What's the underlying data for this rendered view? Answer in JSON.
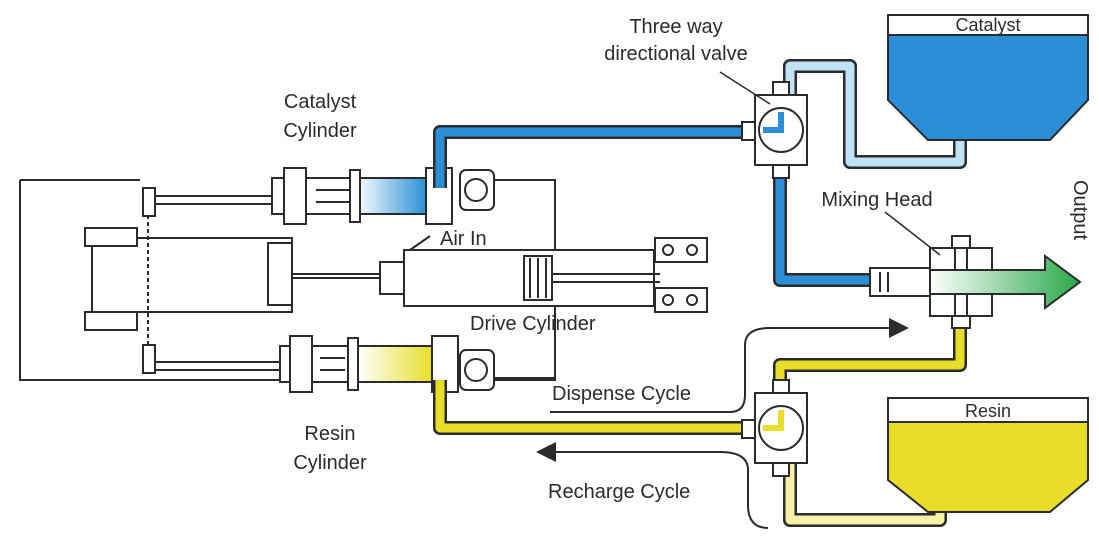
{
  "labels": {
    "three_way_valve_line1": "Three way",
    "three_way_valve_line2": "directional valve",
    "catalyst_tank": "Catalyst",
    "catalyst_cylinder_line1": "Catalyst",
    "catalyst_cylinder_line2": "Cylinder",
    "mixing_head": "Mixing Head",
    "output": "Output",
    "air_in": "Air In",
    "drive_cylinder": "Drive Cylinder",
    "dispense_cycle": "Dispense Cycle",
    "resin_tank": "Resin",
    "resin_cylinder_line1": "Resin",
    "resin_cylinder_line2": "Cylinder",
    "recharge_cycle": "Recharge Cycle"
  },
  "colors": {
    "catalyst": "#2a8fd6",
    "catalyst_light": "#bfe2f7",
    "resin": "#e8de2a",
    "resin_light": "#f6f1a6",
    "output": "#2aa84a",
    "line": "#2b2b2b"
  }
}
